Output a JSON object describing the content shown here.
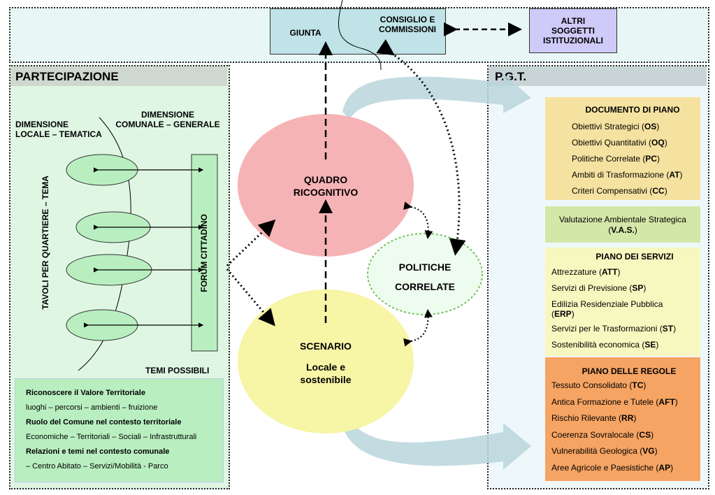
{
  "top": {
    "giunta": "GIUNTA",
    "consiglio": [
      "CONSIGLIO E",
      "COMMISSIONI"
    ],
    "altri": [
      "ALTRI",
      "SOGGETTI",
      "ISTITUZIONALI"
    ]
  },
  "left": {
    "title": "PARTECIPAZIONE",
    "dim_locale": [
      "DIMENSIONE",
      "LOCALE – TEMATICA"
    ],
    "dim_comunale": [
      "DIMENSIONE",
      "COMUNALE – GENERALE"
    ],
    "tavoli": "TAVOLI PER QUARTIERE – TEMA",
    "forum": "FORUM CITTADINO",
    "temi_label": "TEMI POSSIBILI",
    "temi": [
      {
        "text": "Riconoscere il Valore Territoriale",
        "bold": true
      },
      {
        "text": "luoghi – percorsi – ambienti – fruizione",
        "bold": false
      },
      {
        "text": "Ruolo del Comune nel contesto territoriale",
        "bold": true
      },
      {
        "text": "Economiche – Territoriali – Sociali – Infrastrutturali",
        "bold": false
      },
      {
        "text": "Relazioni e temi nel contesto comunale",
        "bold": true
      },
      {
        "text": "– Centro Abitato – Servizi/Mobilità - Parco",
        "bold": false
      }
    ]
  },
  "center": {
    "quadro": [
      "QUADRO",
      "RICOGNITIVO"
    ],
    "politiche": [
      "POLITICHE",
      "CORRELATE"
    ],
    "scenario": "SCENARIO",
    "scenario_sub": [
      "Locale e",
      "sostenibile"
    ]
  },
  "right": {
    "title": "P.G.T.",
    "documento": {
      "title": "DOCUMENTO DI PIANO",
      "items": [
        {
          "text": "Obiettivi Strategici (",
          "code": "OS",
          "end": ")"
        },
        {
          "text": "Obiettivi Quantitativi (",
          "code": "OQ",
          "end": ")"
        },
        {
          "text": "Politiche Correlate (",
          "code": "PC",
          "end": ")"
        },
        {
          "text": "Ambiti di Trasformazione (",
          "code": "AT",
          "end": ")"
        },
        {
          "text": "Criteri Compensativi (",
          "code": "CC",
          "end": ")"
        }
      ]
    },
    "vas": {
      "line1": "Valutazione Ambientale Strategica",
      "line2a": "(",
      "code": "V.A.S.",
      "line2b": ")"
    },
    "servizi": {
      "title": "PIANO DEI SERVIZI",
      "items": [
        {
          "text": "Attrezzature (",
          "code": "ATT",
          "end": ")"
        },
        {
          "text": "Servizi di Previsione (",
          "code": "SP",
          "end": ")"
        },
        {
          "text": "Edilizia Residenziale Pubblica",
          "text2": "(",
          "code": "ERP",
          "end": ")"
        },
        {
          "text": "Servizi per le Trasformazioni (",
          "code": "ST",
          "end": ")"
        },
        {
          "text": "Sostenibilità economica (",
          "code": "SE",
          "end": ")"
        }
      ]
    },
    "regole": {
      "title": "PIANO DELLE REGOLE",
      "items": [
        {
          "text": "Tessuto Consolidato (",
          "code": "TC",
          "end": ")"
        },
        {
          "text": "Antica Formazione e Tutele (",
          "code": "AFT",
          "end": ")"
        },
        {
          "text": "Rischio Rilevante (",
          "code": "RR",
          "end": ")"
        },
        {
          "text": "Coerenza Sovralocale (",
          "code": "CS",
          "end": ")"
        },
        {
          "text": "Vulnerabilità Geologica (",
          "code": "VG",
          "end": ")"
        },
        {
          "text": "Aree Agricole e Paesistiche (",
          "code": "AP",
          "end": ")"
        }
      ]
    }
  },
  "colors": {
    "top_band": "#e8f6f6",
    "giunta_box": "#bfe3e7",
    "altri_box": "#cfcaf7",
    "left_panel": "#dff6e3",
    "right_panel": "#eef8fa",
    "green_light": "#b9efc0",
    "doc_box": "#f5e2a0",
    "vas_box": "#d3e7a8",
    "servizi_box": "#f7f7c0",
    "regole_box": "#f6a463",
    "quadro": "#f6b3b5",
    "scenario": "#f7f5a6"
  }
}
